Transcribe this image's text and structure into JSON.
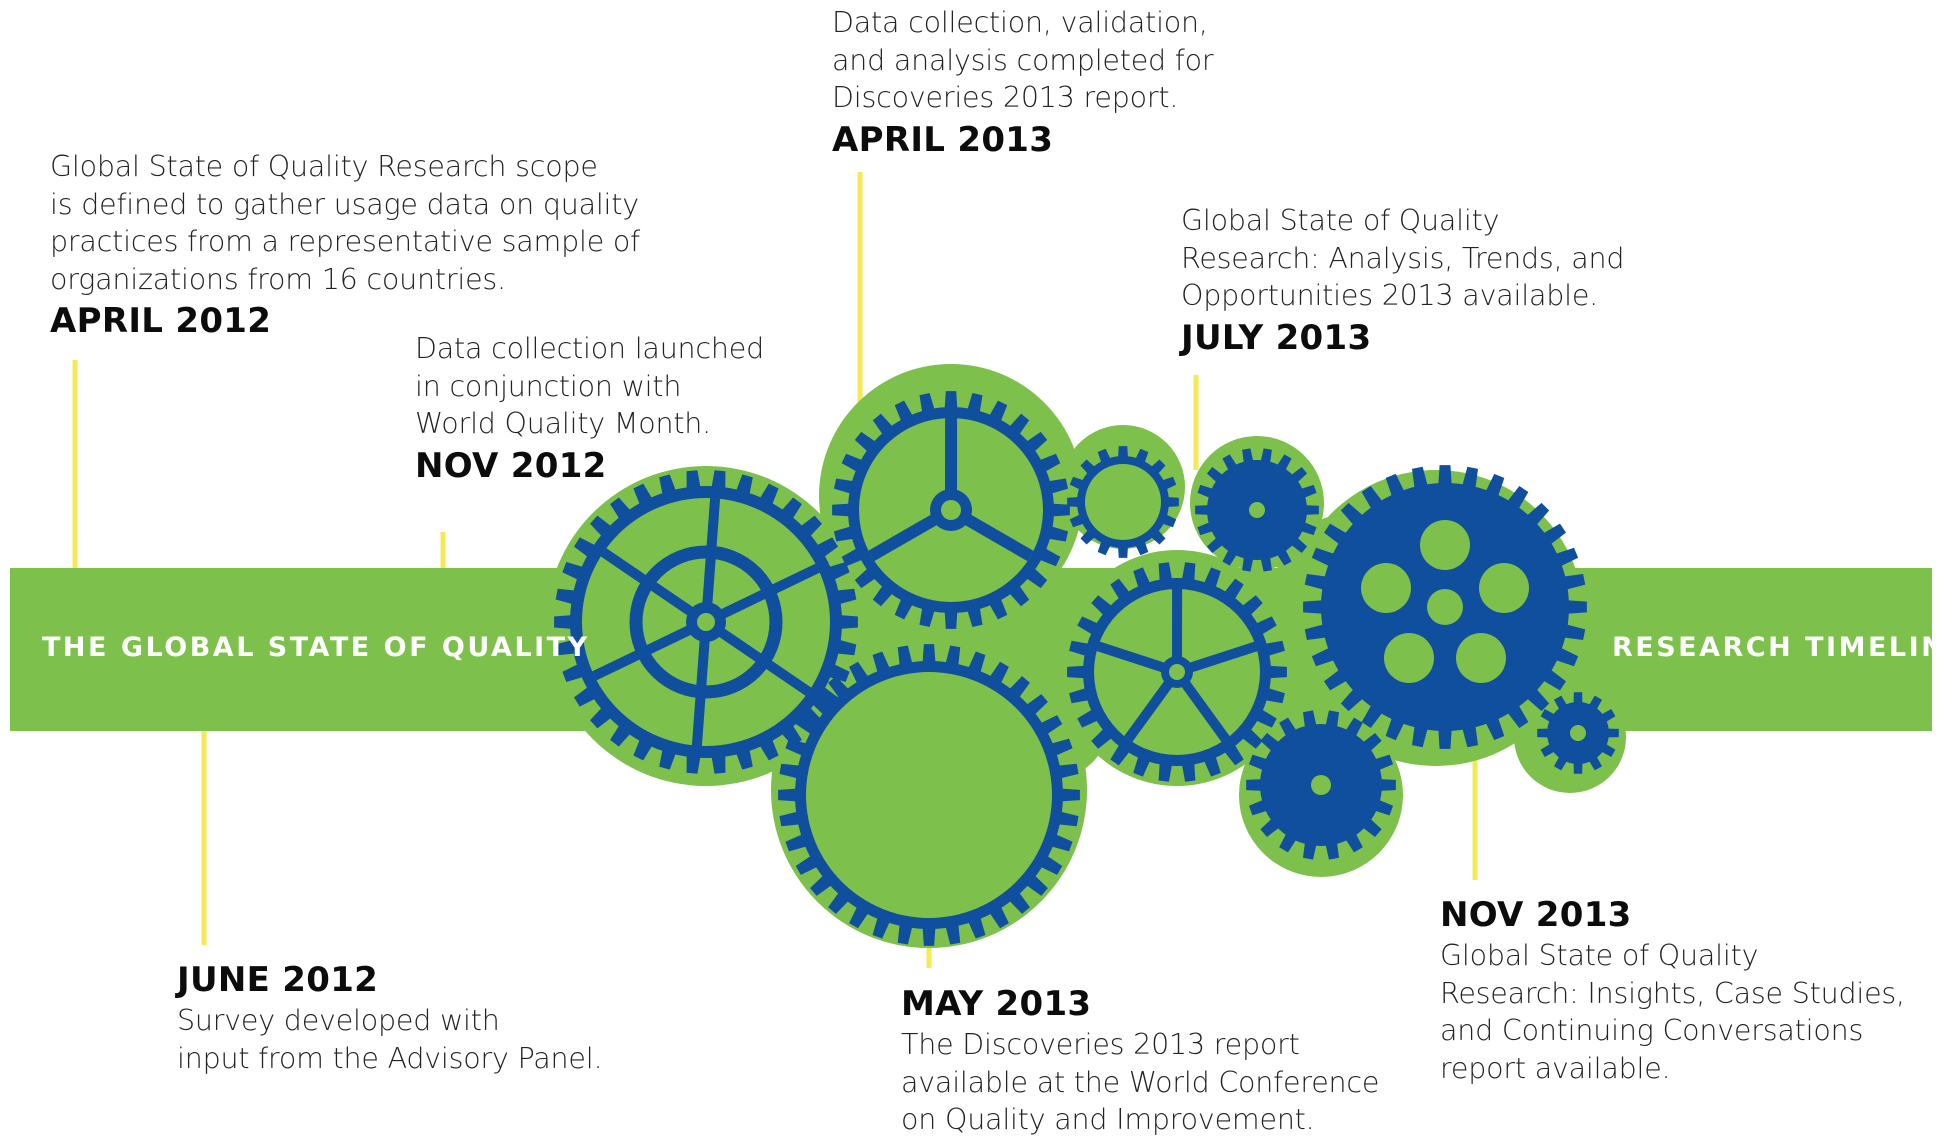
{
  "band": {
    "left_label": "THE GLOBAL STATE OF QUALITY",
    "right_label": "RESEARCH TIMELINE"
  },
  "colors": {
    "band_green": "#7dc04b",
    "gear_blue": "#0f4f9e",
    "connector_yellow": "#f3ea55"
  },
  "milestones": [
    {
      "date": "APRIL 2012",
      "description_lines": [
        "Global State of Quality Research scope",
        "is defined to gather usage data on quality",
        "practices from a representative sample of",
        "organizations from 16 countries."
      ]
    },
    {
      "date": "JUNE 2012",
      "description_lines": [
        "Survey developed with",
        "input from the Advisory Panel."
      ]
    },
    {
      "date": "NOV 2012",
      "description_lines": [
        "Data collection launched",
        "in conjunction with",
        "World Quality Month."
      ]
    },
    {
      "date": "APRIL 2013",
      "description_lines": [
        "Data collection, validation,",
        "and analysis completed for",
        "Discoveries 2013 report."
      ]
    },
    {
      "date": "MAY 2013",
      "description_lines": [
        "The Discoveries 2013 report",
        "available at the World Conference",
        "on Quality and Improvement."
      ]
    },
    {
      "date": "JULY 2013",
      "description_lines": [
        "Global State of Quality",
        "Research: Analysis, Trends, and",
        "Opportunities 2013 available."
      ]
    },
    {
      "date": "NOV 2013",
      "description_lines": [
        "Global State of Quality",
        "Research: Insights, Case Studies,",
        "and Continuing Conversations",
        "report available."
      ]
    }
  ]
}
